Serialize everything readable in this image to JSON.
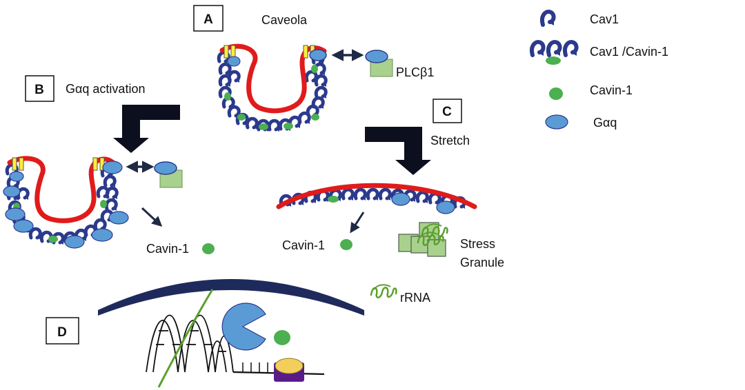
{
  "panels": {
    "a": {
      "letter": "A",
      "title": "Caveola"
    },
    "b": {
      "letter": "B",
      "title": "Gαq activation"
    },
    "c": {
      "letter": "C",
      "title": "Stretch"
    },
    "d": {
      "letter": "D"
    }
  },
  "labels": {
    "plc": "PLCβ1",
    "cavin_b": "Cavin-1",
    "cavin_c": "Cavin-1",
    "stress_line1": "Stress",
    "stress_line2": "Granule",
    "rrna": "rRNA"
  },
  "legend": [
    {
      "symbol": "cav1-icon",
      "label": "Cav1"
    },
    {
      "symbol": "cav1-cavin1-icon",
      "label": "Cav1 /Cavin-1"
    },
    {
      "symbol": "cavin1-dot-icon",
      "label": "Cavin-1"
    },
    {
      "symbol": "gaq-oval-icon",
      "label": "Gαq"
    }
  ],
  "colors": {
    "membrane": "#e01b1b",
    "caveolin": "#2b3a8c",
    "cavin": "#4caf50",
    "gaq": "#5b9bd5",
    "plc": "#a9d18e",
    "channel": "#ffef3a",
    "nucleus": "#1f2a5c",
    "rrna": "#5aa02c",
    "tf_top": "#f2cf5b",
    "tf_base": "#5a1a8a"
  }
}
